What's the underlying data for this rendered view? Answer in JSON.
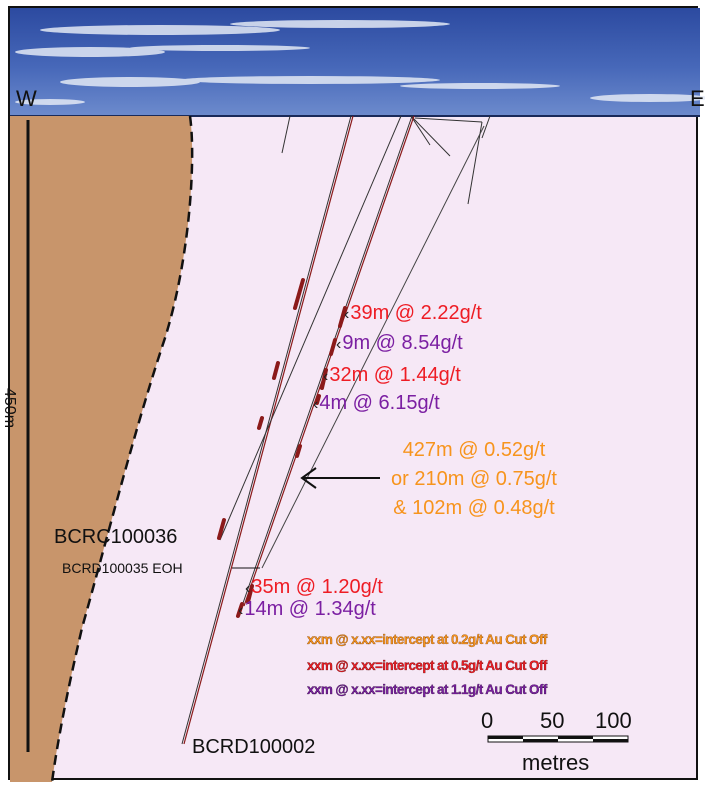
{
  "compass": {
    "west": "W",
    "east": "E"
  },
  "depth_label": "450m",
  "holes": {
    "rc": "BCRC100036",
    "rd_eoh": "BCRD100035 EOH",
    "rd": "BCRD100002"
  },
  "intercepts": [
    {
      "text": "39m @ 2.22g/t",
      "color": "#ee1c24"
    },
    {
      "text": "9m @ 8.54g/t",
      "color": "#7b1fa2"
    },
    {
      "text": "32m @ 1.44g/t",
      "color": "#ee1c24"
    },
    {
      "text": "4m @ 6.15g/t",
      "color": "#7b1fa2"
    },
    {
      "text": "35m @ 1.20g/t",
      "color": "#ee1c24"
    },
    {
      "text": "14m @ 1.34g/t",
      "color": "#7b1fa2"
    }
  ],
  "composite": {
    "line1": "427m @ 0.52g/t",
    "line2": "or 210m @ 0.75g/t",
    "line3": "& 102m @ 0.48g/t",
    "color": "#f7941d"
  },
  "legend": {
    "orange": "xxm @ x.xx=intercept at 0.2g/t Au Cut Off",
    "red": "xxm @ x.xx=intercept at 0.5g/t Au Cut Off",
    "purple": "xxm @ x.xx=intercept at 1.1g/t Au Cut Off"
  },
  "scale_bar": {
    "tick0": "0",
    "tick1": "50",
    "tick2": "100",
    "unit": "metres"
  },
  "colors": {
    "background": "#f6e8f6",
    "weathered_zone": "#c8956b",
    "sky": "#3f5fb0",
    "drill_trace": "#8b1a1a"
  }
}
